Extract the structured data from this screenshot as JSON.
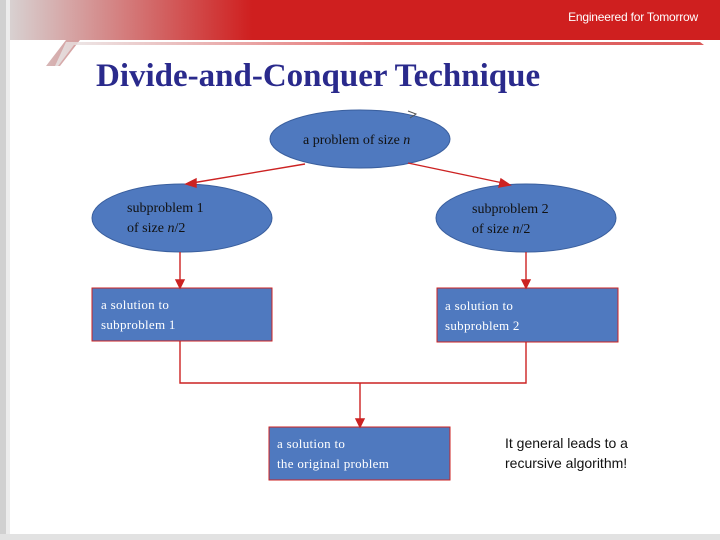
{
  "header": {
    "brand": "Engineered for Tomorrow"
  },
  "slide": {
    "title": "Divide-and-Conquer Technique"
  },
  "diagram": {
    "root": {
      "text": "a problem of size ",
      "var": "n"
    },
    "left_sub": {
      "line1": "subproblem 1",
      "line2_prefix": "of size ",
      "line2_var": "n",
      "line2_suffix": "/2"
    },
    "right_sub": {
      "line1": "subproblem 2",
      "line2_prefix": "of size ",
      "line2_var": "n",
      "line2_suffix": "/2"
    },
    "left_solution": {
      "line1": "a solution to",
      "line2": "subproblem 1"
    },
    "right_solution": {
      "line1": "a solution to",
      "line2": "subproblem 2"
    },
    "final_solution": {
      "line1": "a solution to",
      "line2": "the original problem"
    }
  },
  "note": {
    "line1": "It general leads to a",
    "line2": "recursive algorithm!"
  },
  "colors": {
    "header_red": "#cf1f1f",
    "node_blue": "#4f79bf",
    "arrow_red": "#cc2222",
    "title_navy": "#2a2a8c"
  }
}
